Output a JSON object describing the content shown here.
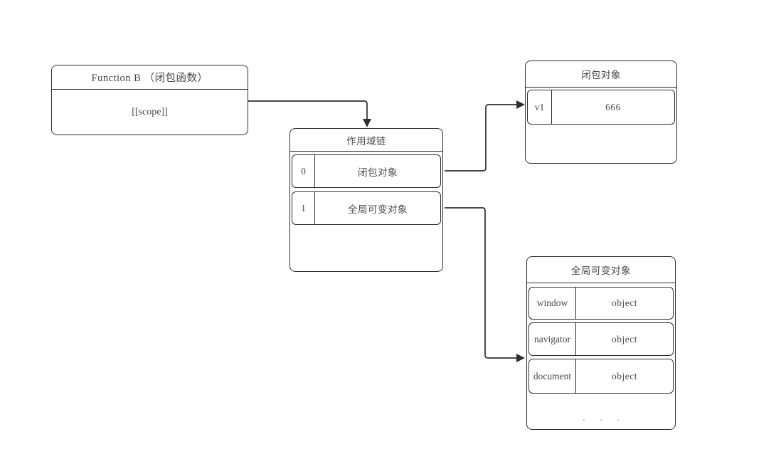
{
  "colors": {
    "background": "#ffffff",
    "line": "#2e2e2e",
    "text": "#474747"
  },
  "diagram": {
    "function_b": {
      "title": "Function B （闭包函数）",
      "scope_label": "[[scope]]"
    },
    "scope_chain": {
      "title": "作用域链",
      "rows": [
        {
          "key": "0",
          "value": "闭包对象"
        },
        {
          "key": "1",
          "value": "全局可变对象"
        }
      ]
    },
    "closure_object": {
      "title": "闭包对象",
      "rows": [
        {
          "key": "v1",
          "value": "666"
        }
      ]
    },
    "global_object": {
      "title": "全局可变对象",
      "rows": [
        {
          "key": "window",
          "value": "object"
        },
        {
          "key": "navigator",
          "value": "object"
        },
        {
          "key": "document",
          "value": "object"
        }
      ],
      "ellipsis": ". . ."
    }
  }
}
